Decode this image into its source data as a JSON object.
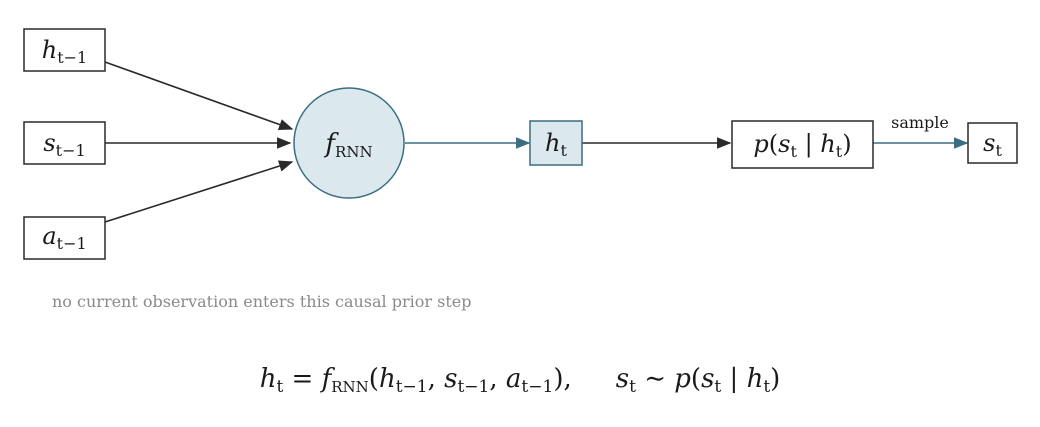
{
  "nodes": {
    "h_prev": {
      "base": "h",
      "sub": "t−1"
    },
    "s_prev": {
      "base": "s",
      "sub": "t−1"
    },
    "a_prev": {
      "base": "a",
      "sub": "t−1"
    },
    "f_rnn": {
      "base": "f",
      "sub": "RNN"
    },
    "h_t": {
      "base": "h",
      "sub": "t"
    },
    "prior": {
      "p": "p",
      "open": "(",
      "s": "s",
      "s_sub": "t",
      "bar": " | ",
      "h": "h",
      "h_sub": "t",
      "close": ")"
    },
    "s_t": {
      "base": "s",
      "sub": "t"
    }
  },
  "edge_labels": {
    "sample": "sample"
  },
  "note": "no current observation enters this causal prior step",
  "equation": {
    "h": "h",
    "h_sub": "t",
    "eq": " = ",
    "f": "f",
    "f_sub": "RNN",
    "open": "(",
    "h1": "h",
    "h1_sub": "t−1",
    "comma1": ", ",
    "s1": "s",
    "s1_sub": "t−1",
    "comma2": ", ",
    "a1": "a",
    "a1_sub": "t−1",
    "close": "),",
    "s2": "s",
    "s2_sub": "t",
    "sim": " ∼ ",
    "p": "p",
    "open2": "(",
    "s3": "s",
    "s3_sub": "t",
    "bar": " | ",
    "h2": "h",
    "h2_sub": "t",
    "close2": ")"
  },
  "colors": {
    "dark": "#2a2a2a",
    "teal": "#3a6e80",
    "fill_light": "#dbe9ef"
  }
}
